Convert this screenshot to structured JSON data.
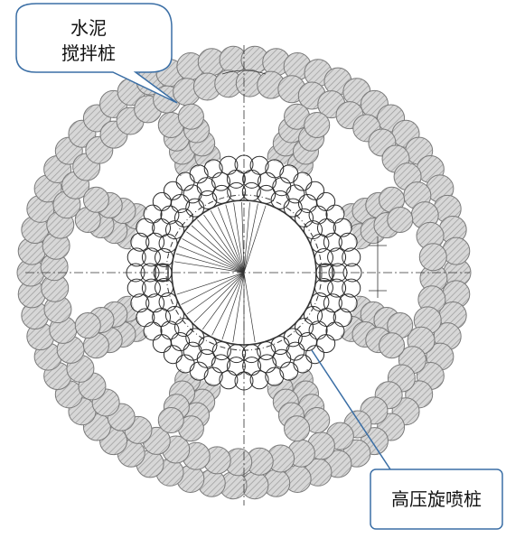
{
  "callouts": {
    "cement_pile_line1": "水泥",
    "cement_pile_line2": "搅拌桩",
    "jet_pile": "高压旋喷桩"
  },
  "colors": {
    "pile_fill": "#d4d4d4",
    "pile_stroke": "#7a7a7a",
    "jet_pile_stroke": "#2b2b2b",
    "line": "#333333",
    "callout_border": "#3a6ea5",
    "background": "#ffffff"
  }
}
